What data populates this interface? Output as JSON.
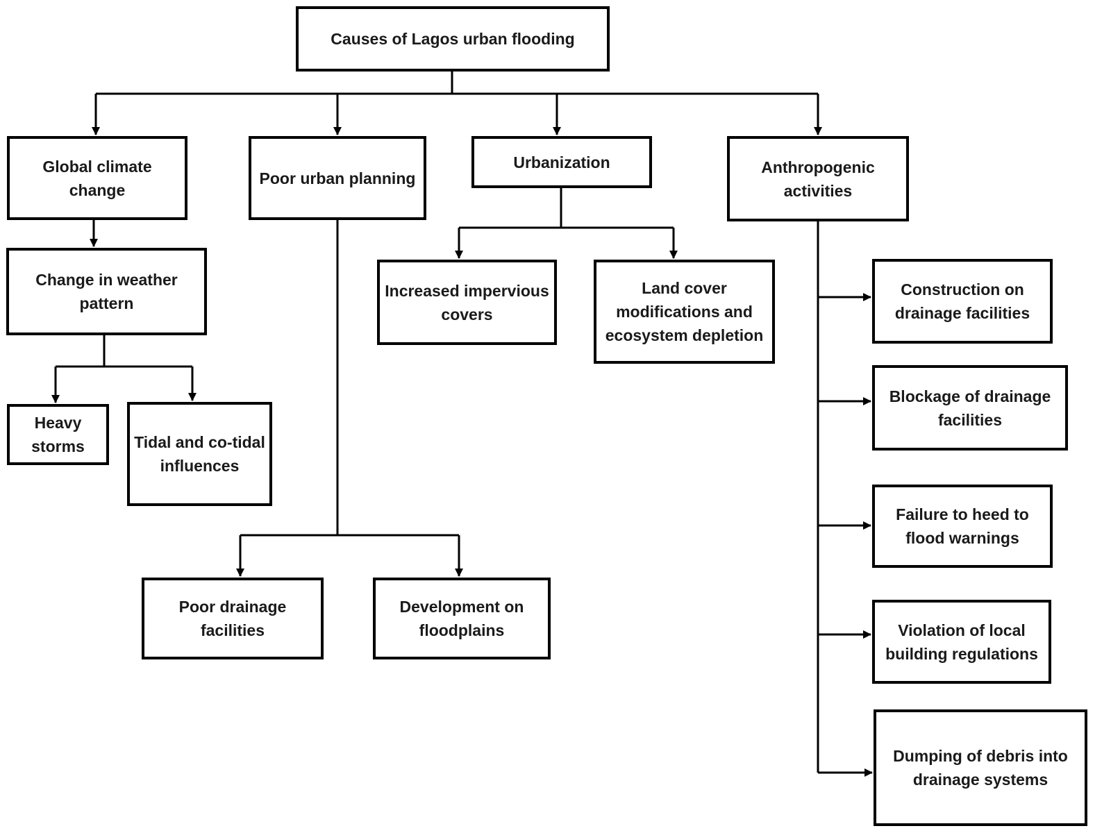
{
  "root": "Causes of Lagos urban flooding",
  "categories": {
    "climate": "Global climate change",
    "planning": "Poor urban planning",
    "urbanization": "Urbanization",
    "anthropogenic": "Anthropogenic activities"
  },
  "climate_children": {
    "weather": "Change in weather pattern",
    "storms": "Heavy storms",
    "tidal": "Tidal and co-tidal influences"
  },
  "planning_children": {
    "drainage": "Poor drainage facilities",
    "floodplains": "Development on floodplains"
  },
  "urbanization_children": {
    "impervious": "Increased impervious covers",
    "landcover": "Land cover modifications and ecosystem depletion"
  },
  "anthropogenic_children": {
    "construction": "Construction on drainage facilities",
    "blockage": "Blockage of drainage facilities",
    "warnings": "Failure to heed to flood warnings",
    "violation": "Violation of local building regulations",
    "dumping": "Dumping of debris into drainage systems"
  }
}
